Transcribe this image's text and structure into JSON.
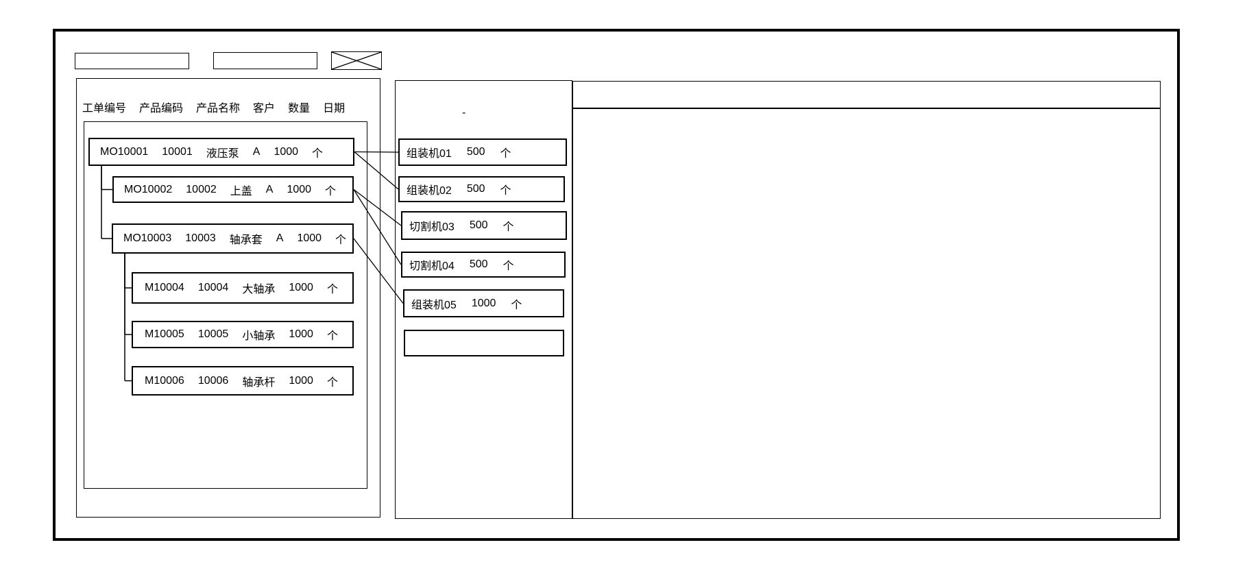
{
  "colors": {
    "stroke": "#000000",
    "background": "#ffffff"
  },
  "toolbar": {
    "field1_value": "",
    "field2_value": "",
    "close_icon": "x-crossed-box"
  },
  "left_panel": {
    "columns": [
      "工单编号",
      "产品编码",
      "产品名称",
      "客户",
      "数量",
      "日期"
    ],
    "rows": [
      {
        "parent": null,
        "cells": [
          "MO10001",
          "10001",
          "液压泵",
          "A",
          "1000",
          "个"
        ]
      },
      {
        "parent": 0,
        "cells": [
          "MO10002",
          "10002",
          "上盖",
          "A",
          "1000",
          "个"
        ]
      },
      {
        "parent": 0,
        "cells": [
          "MO10003",
          "10003",
          "轴承套",
          "A",
          "1000",
          "个"
        ]
      },
      {
        "parent": 2,
        "cells": [
          "M10004",
          "10004",
          "大轴承",
          "1000",
          "个"
        ]
      },
      {
        "parent": 2,
        "cells": [
          "M10005",
          "10005",
          "小轴承",
          "1000",
          "个"
        ]
      },
      {
        "parent": 2,
        "cells": [
          "M10006",
          "10006",
          "轴承杆",
          "1000",
          "个"
        ]
      }
    ]
  },
  "machine_panel": {
    "dot": "-",
    "machines": [
      {
        "cells": [
          "组装机01",
          "500",
          "个"
        ]
      },
      {
        "cells": [
          "组装机02",
          "500",
          "个"
        ]
      },
      {
        "cells": [
          "切割机03",
          "500",
          "个"
        ]
      },
      {
        "cells": [
          "切割机04",
          "500",
          "个"
        ]
      },
      {
        "cells": [
          "组装机05",
          "1000",
          "个"
        ]
      },
      {
        "cells": [
          "",
          "",
          ""
        ]
      }
    ]
  },
  "connections": [
    {
      "from": 0,
      "to": 0
    },
    {
      "from": 0,
      "to": 1
    },
    {
      "from": 1,
      "to": 2
    },
    {
      "from": 1,
      "to": 3
    },
    {
      "from": 2,
      "to": 4
    }
  ]
}
